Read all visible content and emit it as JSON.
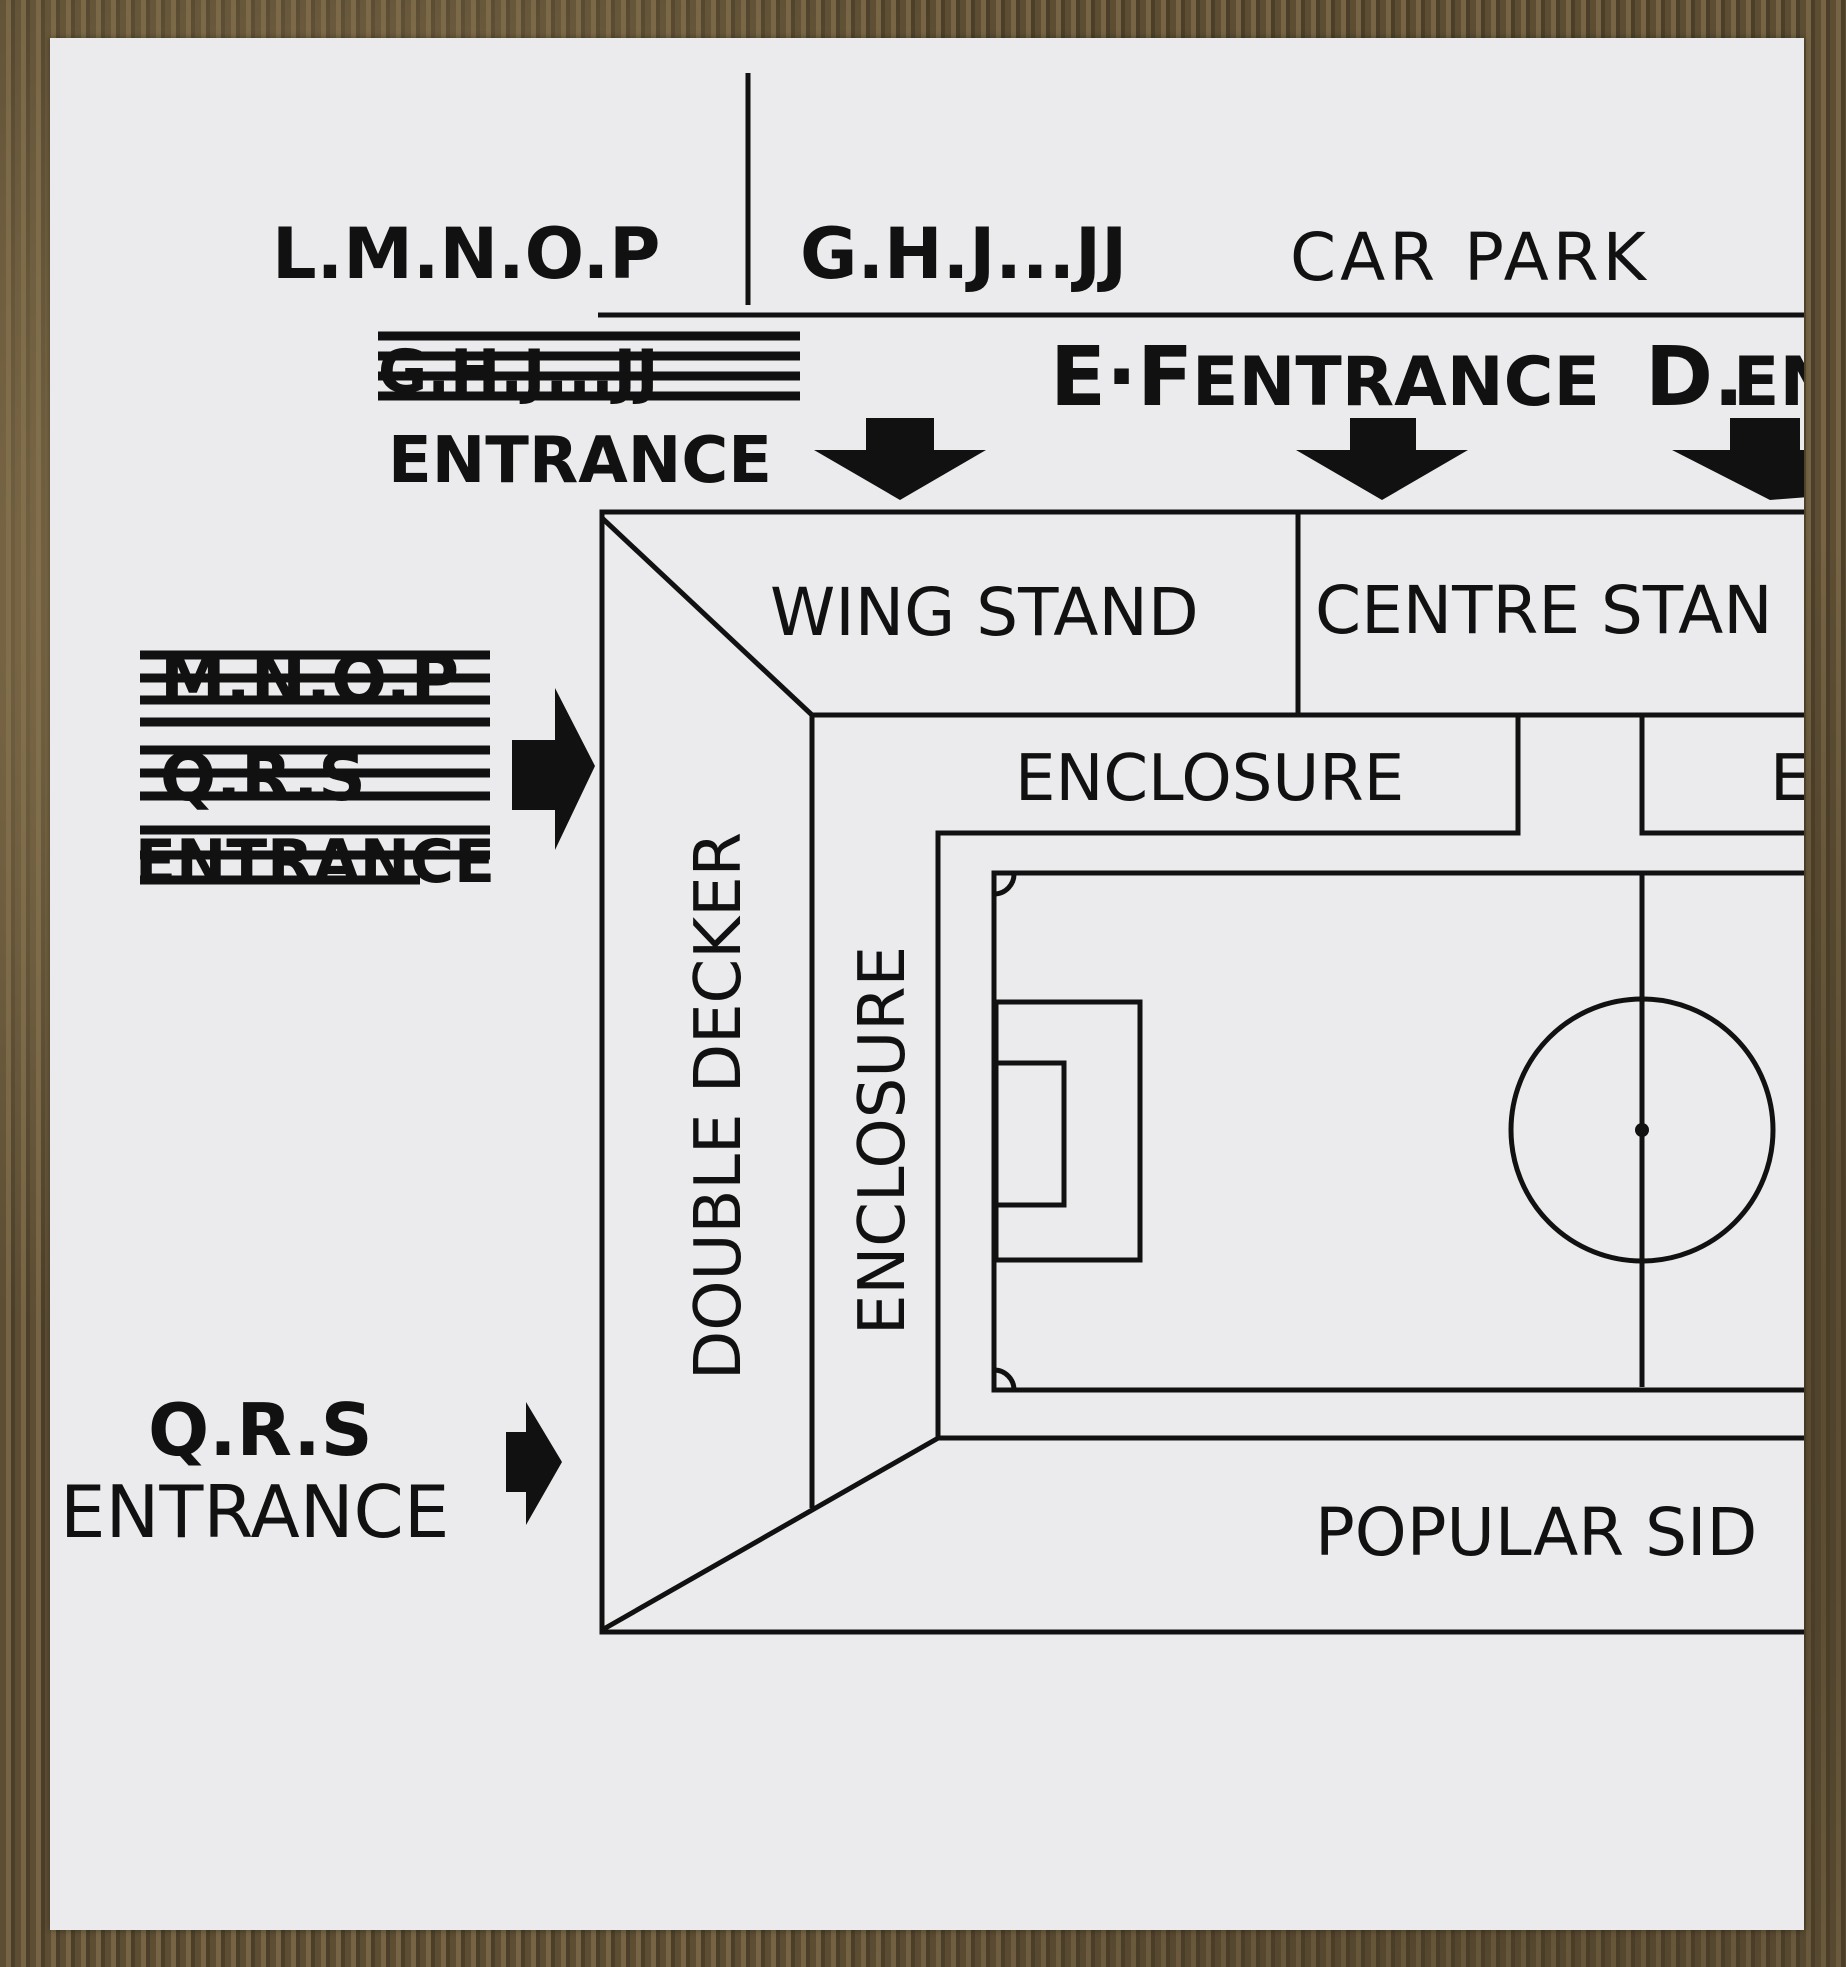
{
  "top_labels": {
    "lmnop": "L.M.N.O.P",
    "ghjjj": "G.H.J...JJ",
    "car_park": "CAR PARK"
  },
  "entrances": {
    "ghj_crossed": "G.H.J...JJ",
    "ghj_entrance": "ENTRANCE",
    "ef_letters": "E·F",
    "ef_entrance": "ENTRANCE",
    "d_letter": "D.",
    "d_entrance": "EN",
    "mnop_crossed": "M.N.O.P",
    "qrs_crossed": "Q.R.S",
    "crossed_entrance": "ENTRANCE",
    "qrs_letters": "Q.R.S",
    "qrs_entrance": "ENTRANCE"
  },
  "stands": {
    "wing_stand": "WING STAND",
    "centre_stand": "CENTRE STAN",
    "enclosure_top": "ENCLOSURE",
    "enclosure_top_right": "E",
    "double_decker": "DOUBLE DECKER",
    "enclosure_side": "ENCLOSURE",
    "popular_side": "POPULAR SID"
  },
  "colors": {
    "ink": "#111111",
    "paper": "#ebebee"
  }
}
